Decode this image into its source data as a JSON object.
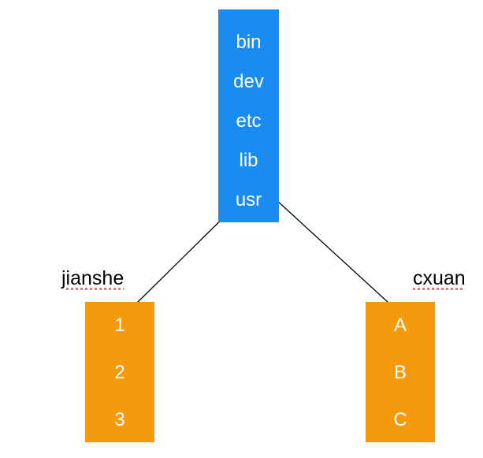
{
  "root": {
    "items": [
      "bin",
      "dev",
      "etc",
      "lib",
      "usr"
    ],
    "color": "#1a8cf0"
  },
  "left_branch": {
    "label": "jianshe",
    "items": [
      "1",
      "2",
      "3"
    ],
    "color": "#f59a0c"
  },
  "right_branch": {
    "label": "cxuan",
    "items": [
      "A",
      "B",
      "C"
    ],
    "color": "#f59a0c"
  },
  "connector_color": "#000000"
}
